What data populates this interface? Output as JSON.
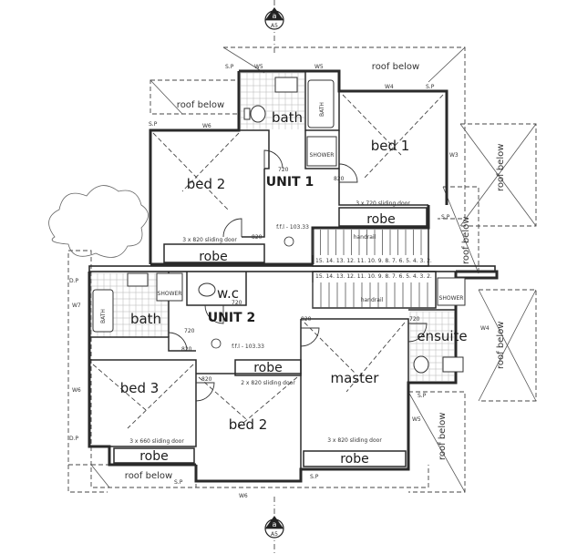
{
  "section_markers": {
    "letter": "a",
    "sheet": "A5"
  },
  "units": {
    "unit1": "UNIT 1",
    "unit2": "UNIT 2"
  },
  "rooms": {
    "bath_upper": "bath",
    "bed1": "bed 1",
    "bed2_upper": "bed 2",
    "bath_lower": "bath",
    "wc": "w.c",
    "ensuite": "ensuite",
    "bed3": "bed 3",
    "bed2_lower": "bed 2",
    "master": "master"
  },
  "robes": {
    "unit1_bed2": "robe",
    "unit1_bed1": "robe",
    "unit2_hall": "robe",
    "unit2_bed3": "robe",
    "unit2_master": "robe"
  },
  "roof_labels": {
    "top_right": "roof below",
    "top_left": "roof below",
    "right_upper_1": "roof below",
    "right_upper_2": "roof below",
    "right_lower": "roof below",
    "bottom_right": "roof below",
    "bottom_left": "roof below"
  },
  "notes": {
    "sliding_bed1": "3 x 720 sliding door",
    "sliding_bed2": "3 x 820 sliding door",
    "sliding_hall": "2 x 820 sliding door",
    "sliding_bed3": "3 x 660 sliding door",
    "sliding_master": "3 x 820 sliding door",
    "ffl_unit1": "f.f.l - 103.33",
    "ffl_unit2": "f.f.l - 103.33",
    "handrail_upper": "handrail",
    "handrail_lower": "handrail",
    "shower_upper": "SHOWER",
    "shower_lower": "SHOWER",
    "shower_ensuite": "SHOWER",
    "bath_fixture": "BATH",
    "bath_fixture_lower": "BATH",
    "stair_upper": "15. 14. 13. 12. 11. 10. 9. 8. 7. 6. 5. 4. 3. 2.",
    "stair_lower": "15. 14. 13. 12. 11. 10. 9. 8. 7. 6. 5. 4. 3. 2."
  },
  "dims": {
    "d720_unit1": "720",
    "d820_bed2": "820",
    "d820_bed1": "820",
    "d720_wc": "720",
    "d720_bath": "720",
    "d820_hall": "820",
    "d820_bed3": "820",
    "d820_master": "820",
    "d720_ensuite": "720"
  },
  "tags": {
    "w5a": "W5",
    "w5b": "W5",
    "w4": "W4",
    "w6": "W6",
    "w3": "W3",
    "w7": "W7",
    "w6b": "W6",
    "w4b": "W4",
    "w5c": "W5",
    "w6c": "W6",
    "sp1": "S.P",
    "sp2": "S.P",
    "sp3": "S.P",
    "sp4": "S.P",
    "sp5": "S.P",
    "sp6": "S.P",
    "sp7": "S.P",
    "dp1": "D.P",
    "dp2": "D.P"
  },
  "colors": {
    "line": "#2a2a2a",
    "paper": "#ffffff"
  }
}
